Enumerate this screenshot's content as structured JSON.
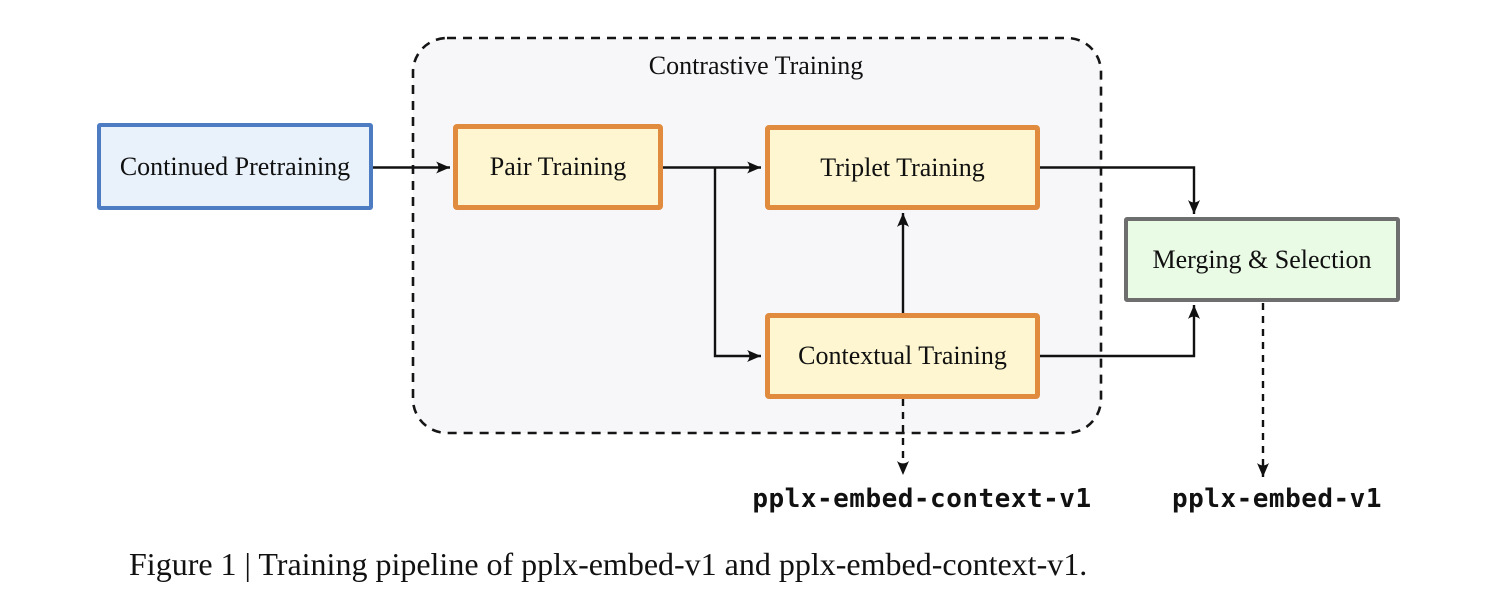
{
  "diagram": {
    "container": {
      "label": "Contrastive Training",
      "fill": "#f7f7fa",
      "border_style": "dashed"
    },
    "nodes": {
      "continued_pretraining": {
        "label": "Continued Pretraining",
        "fill": "#e9f2fb",
        "stroke": "#4d7cc3"
      },
      "pair_training": {
        "label": "Pair Training",
        "fill": "#fdf6d0",
        "stroke": "#e08b3d"
      },
      "triplet_training": {
        "label": "Triplet Training",
        "fill": "#fdf6d0",
        "stroke": "#e08b3d"
      },
      "contextual_training": {
        "label": "Contextual Training",
        "fill": "#fdf6d0",
        "stroke": "#e08b3d"
      },
      "merging_selection": {
        "label": "Merging & Selection",
        "fill": "#e9fae5",
        "stroke": "#6e6e6e"
      }
    },
    "outputs": {
      "context_model": {
        "label": "pplx-embed-context-v1"
      },
      "final_model": {
        "label": "pplx-embed-v1"
      }
    },
    "edges": [
      {
        "from": "continued_pretraining",
        "to": "pair_training",
        "style": "solid"
      },
      {
        "from": "pair_training",
        "to": "triplet_training",
        "style": "solid"
      },
      {
        "from": "pair_training",
        "to": "contextual_training",
        "style": "solid"
      },
      {
        "from": "contextual_training",
        "to": "triplet_training",
        "style": "solid"
      },
      {
        "from": "triplet_training",
        "to": "merging_selection",
        "style": "solid"
      },
      {
        "from": "contextual_training",
        "to": "merging_selection",
        "style": "solid"
      },
      {
        "from": "contextual_training",
        "to": "context_model",
        "style": "dashed"
      },
      {
        "from": "merging_selection",
        "to": "final_model",
        "style": "dashed"
      }
    ],
    "arrow_color": "#111111"
  },
  "caption": {
    "text": "Figure 1 | Training pipeline of pplx-embed-v1 and pplx-embed-context-v1."
  }
}
